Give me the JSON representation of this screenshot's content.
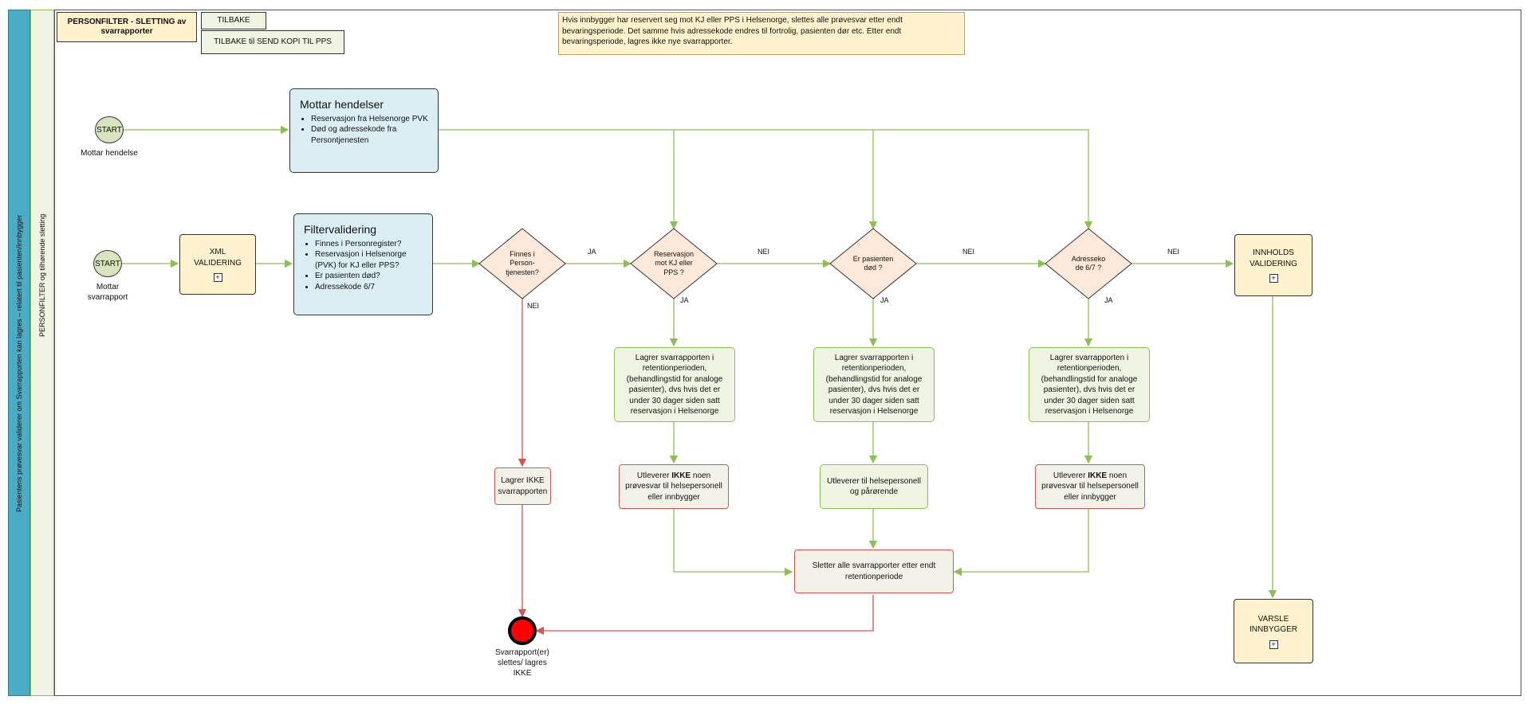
{
  "lanes": {
    "outer": "Pasientens prøvesvar validerer om Svarrapporten kan lagres – relatert til pasienten/innbygger",
    "inner": "PERSONFILTER og tilhørende sletting"
  },
  "header": {
    "title_button": "PERSONFILTER  - SLETTING av svarrapporter",
    "back_button": "TILBAKE",
    "back_send_copy_button": "TILBAKE til SEND KOPI TIL PPS",
    "note": "Hvis innbygger har reservert seg mot KJ eller PPS i Helsenorge, slettes alle prøvesvar etter endt bevaringsperiode. Det samme hvis adressekode endres til fortrolig, pasienten dør etc. Etter endt bevaringsperiode, lagres ikke nye svarrapporter."
  },
  "start_events": {
    "start1": {
      "label": "START",
      "caption": "Mottar hendelse"
    },
    "start2": {
      "label": "START",
      "caption": "Mottar svarrapport"
    }
  },
  "mottar_hendelser": {
    "title": "Mottar hendelser",
    "items": [
      "Reservasjon fra Helsenorge PVK",
      "Død og adressekode fra Persontjenesten"
    ]
  },
  "xml_validering": "XML VALIDERING",
  "filtervalidering": {
    "title": "Filtervalidering",
    "items": [
      "Finnes i Personregister?",
      "Reservasjon i Helsenorge (PVK) for KJ eller PPS?",
      "Er pasienten død?",
      "Adressekode 6/7"
    ]
  },
  "gateways": {
    "g1": "Finnes i Person-tjenesten?",
    "g2": "Reservasjon mot KJ eller PPS ?",
    "g3": "Er pasienten død ?",
    "g4": "Adresseko de 6/7 ?"
  },
  "edge_labels": {
    "ja": "JA",
    "nei": "NEI"
  },
  "store_text": "Lagrer svarrapporten i retentionperioden, (behandlingstid for analoge pasienter), dvs hvis det er under 30 dager siden satt reservasjon i Helsenorge",
  "deliver": {
    "pre": "Utleverer ",
    "ikke": "IKKE",
    "post": " noen prøvesvar til helsepersonell eller innbygger",
    "g3": "Utleverer til helsepersonell og pårørende"
  },
  "lagrer_ikke": "Lagrer IKKE svarrapporten",
  "sletter": "Sletter alle svarrapporter etter endt retentionperiode",
  "end_event": "Svarrapport(er) slettes/ lagres IKKE",
  "innholds_validering": "INNHOLDS VALIDERING",
  "varsle_innbygger": "VARSLE INNBYGGER",
  "subprocess_marker": "+",
  "colors": {
    "flow": "#8cc152",
    "error_flow": "#d9534f",
    "end": "#ff0000"
  }
}
